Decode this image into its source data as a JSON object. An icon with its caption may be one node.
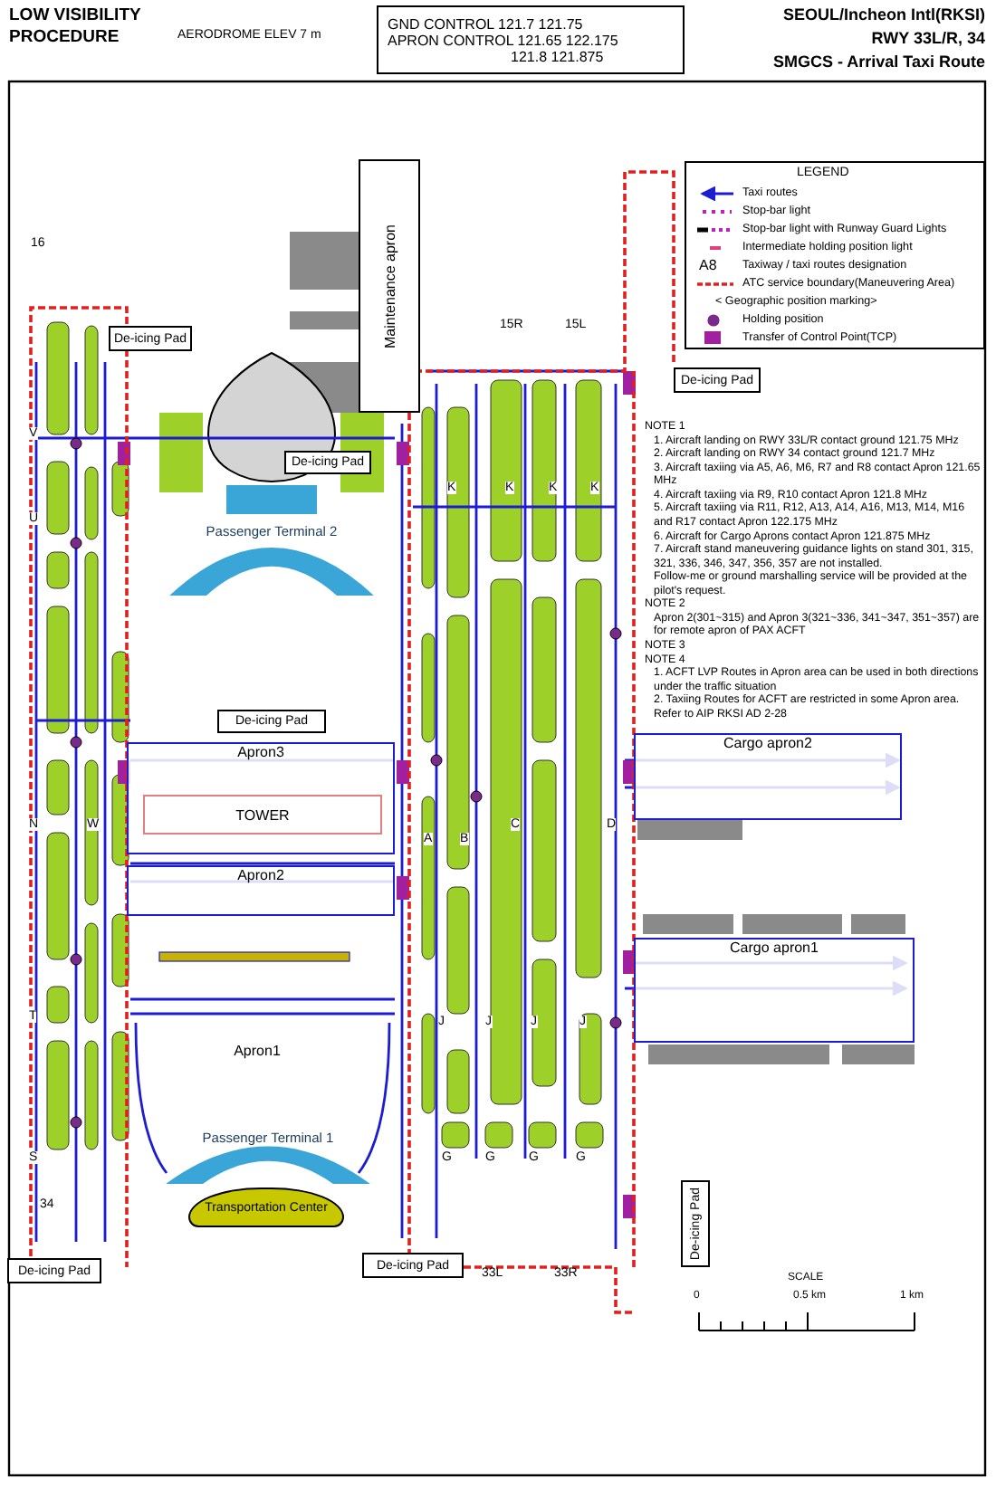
{
  "diagram": {
    "title": "LOW VISIBILITY PROCEDURE",
    "nodes": [
      {
        "text": [
          "GND CONTROL 121.7 121.75",
          "APRON CONTROL 121.65 122.175",
          "121.8 121.875"
        ]
      },
      {
        "text": [
          "Maintenance apron"
        ]
      },
      {
        "text": [
          "De-icing Pad"
        ]
      },
      {
        "text": [
          "De-icing Pad"
        ]
      },
      {
        "text": [
          "De-icing Pad"
        ]
      },
      {
        "text": [
          "Passenger Terminal 2"
        ]
      },
      {
        "text": [
          "De-icing Pad"
        ]
      },
      {
        "text": [
          "Apron3"
        ]
      },
      {
        "text": [
          "TOWER"
        ],
        "in": 7
      },
      {
        "text": [
          "Apron2"
        ]
      },
      {
        "text": [
          "Cargo apron2"
        ]
      },
      {
        "text": [
          "Cargo apron1"
        ]
      },
      {
        "text": [
          "Apron1"
        ]
      },
      {
        "text": [
          "Passenger Terminal 1"
        ]
      },
      {
        "text": [
          "Transportation Center"
        ]
      },
      {
        "text": [
          "De-icing Pad"
        ]
      },
      {
        "text": [
          "De-icing Pad"
        ]
      },
      {
        "text": [
          "De-icing Pad"
        ]
      }
    ],
    "edges": [],
    "labels": [
      "AERODROME ELEV 7 m",
      "SEOUL/Incheon Intl(RKSI)",
      "RWY 33L/R, 34",
      "SMGCS - Arrival Taxi Route",
      "16",
      "15R",
      "15L",
      "LEGEND",
      "A8",
      "NOTE 1",
      "1. Aircraft landing on RWY 33L/R contact ground 121.75 MHz",
      "2. Aircraft landing on RWY 34 contact ground 121.7 MHz",
      "3. Aircraft taxiing via A5, A6, M6, R7 and R8 contact Apron 121.65 MHz",
      "4. Aircraft taxiing via R9, R10 contact Apron 121.8 MHz",
      "5. Aircraft taxiing via R11, R12, A13, A14, A16, M13, M14, M16 and R17 contact Apron 122.175 MHz",
      "6. Aircraft for Cargo Aprons contact Apron 121.875 MHz",
      "7. Aircraft stand maneuvering guidance lights on stand 301, 315, 321, 336, 346, 347, 356, 357 are not installed.",
      "Follow-me or ground marshalling service will be provided at the pilot's request.",
      "NOTE 2",
      "Apron 2(301~315) and Apron 3(321~336, 341~347, 351~357) are for remote apron of PAX ACFT",
      "NOTE 3",
      "NOTE 4",
      "1. ACFT LVP Routes in Apron area can be used in both directions under the traffic situation",
      "2. Taxiing Routes for ACFT are restricted in some Apron area. Refer to AIP RKSI AD 2-28",
      "V",
      "U",
      "K",
      "K",
      "K",
      "K",
      "N",
      "W",
      "A",
      "B",
      "C",
      "D",
      "T",
      "J",
      "J",
      "J",
      "J",
      "S",
      "G",
      "G",
      "G",
      "G",
      "34",
      "33L",
      "33R",
      "SCALE",
      "0",
      "0.5 km",
      "1 km"
    ],
    "legend": [
      {
        "text": "Taxi routes"
      },
      {
        "text": "Stop-bar light"
      },
      {
        "text": "Stop-bar light with Runway Guard Lights"
      },
      {
        "text": "Intermediate holding position light"
      },
      {
        "text": "Taxiway / taxi routes designation"
      },
      {
        "text": "ATC service boundary(Maneuvering Area)"
      },
      {
        "text": "< Geographic position marking>"
      },
      {
        "text": "Holding position"
      },
      {
        "text": "Transfer of Control Point(TCP)",
        "color": "#a020a0"
      }
    ]
  }
}
